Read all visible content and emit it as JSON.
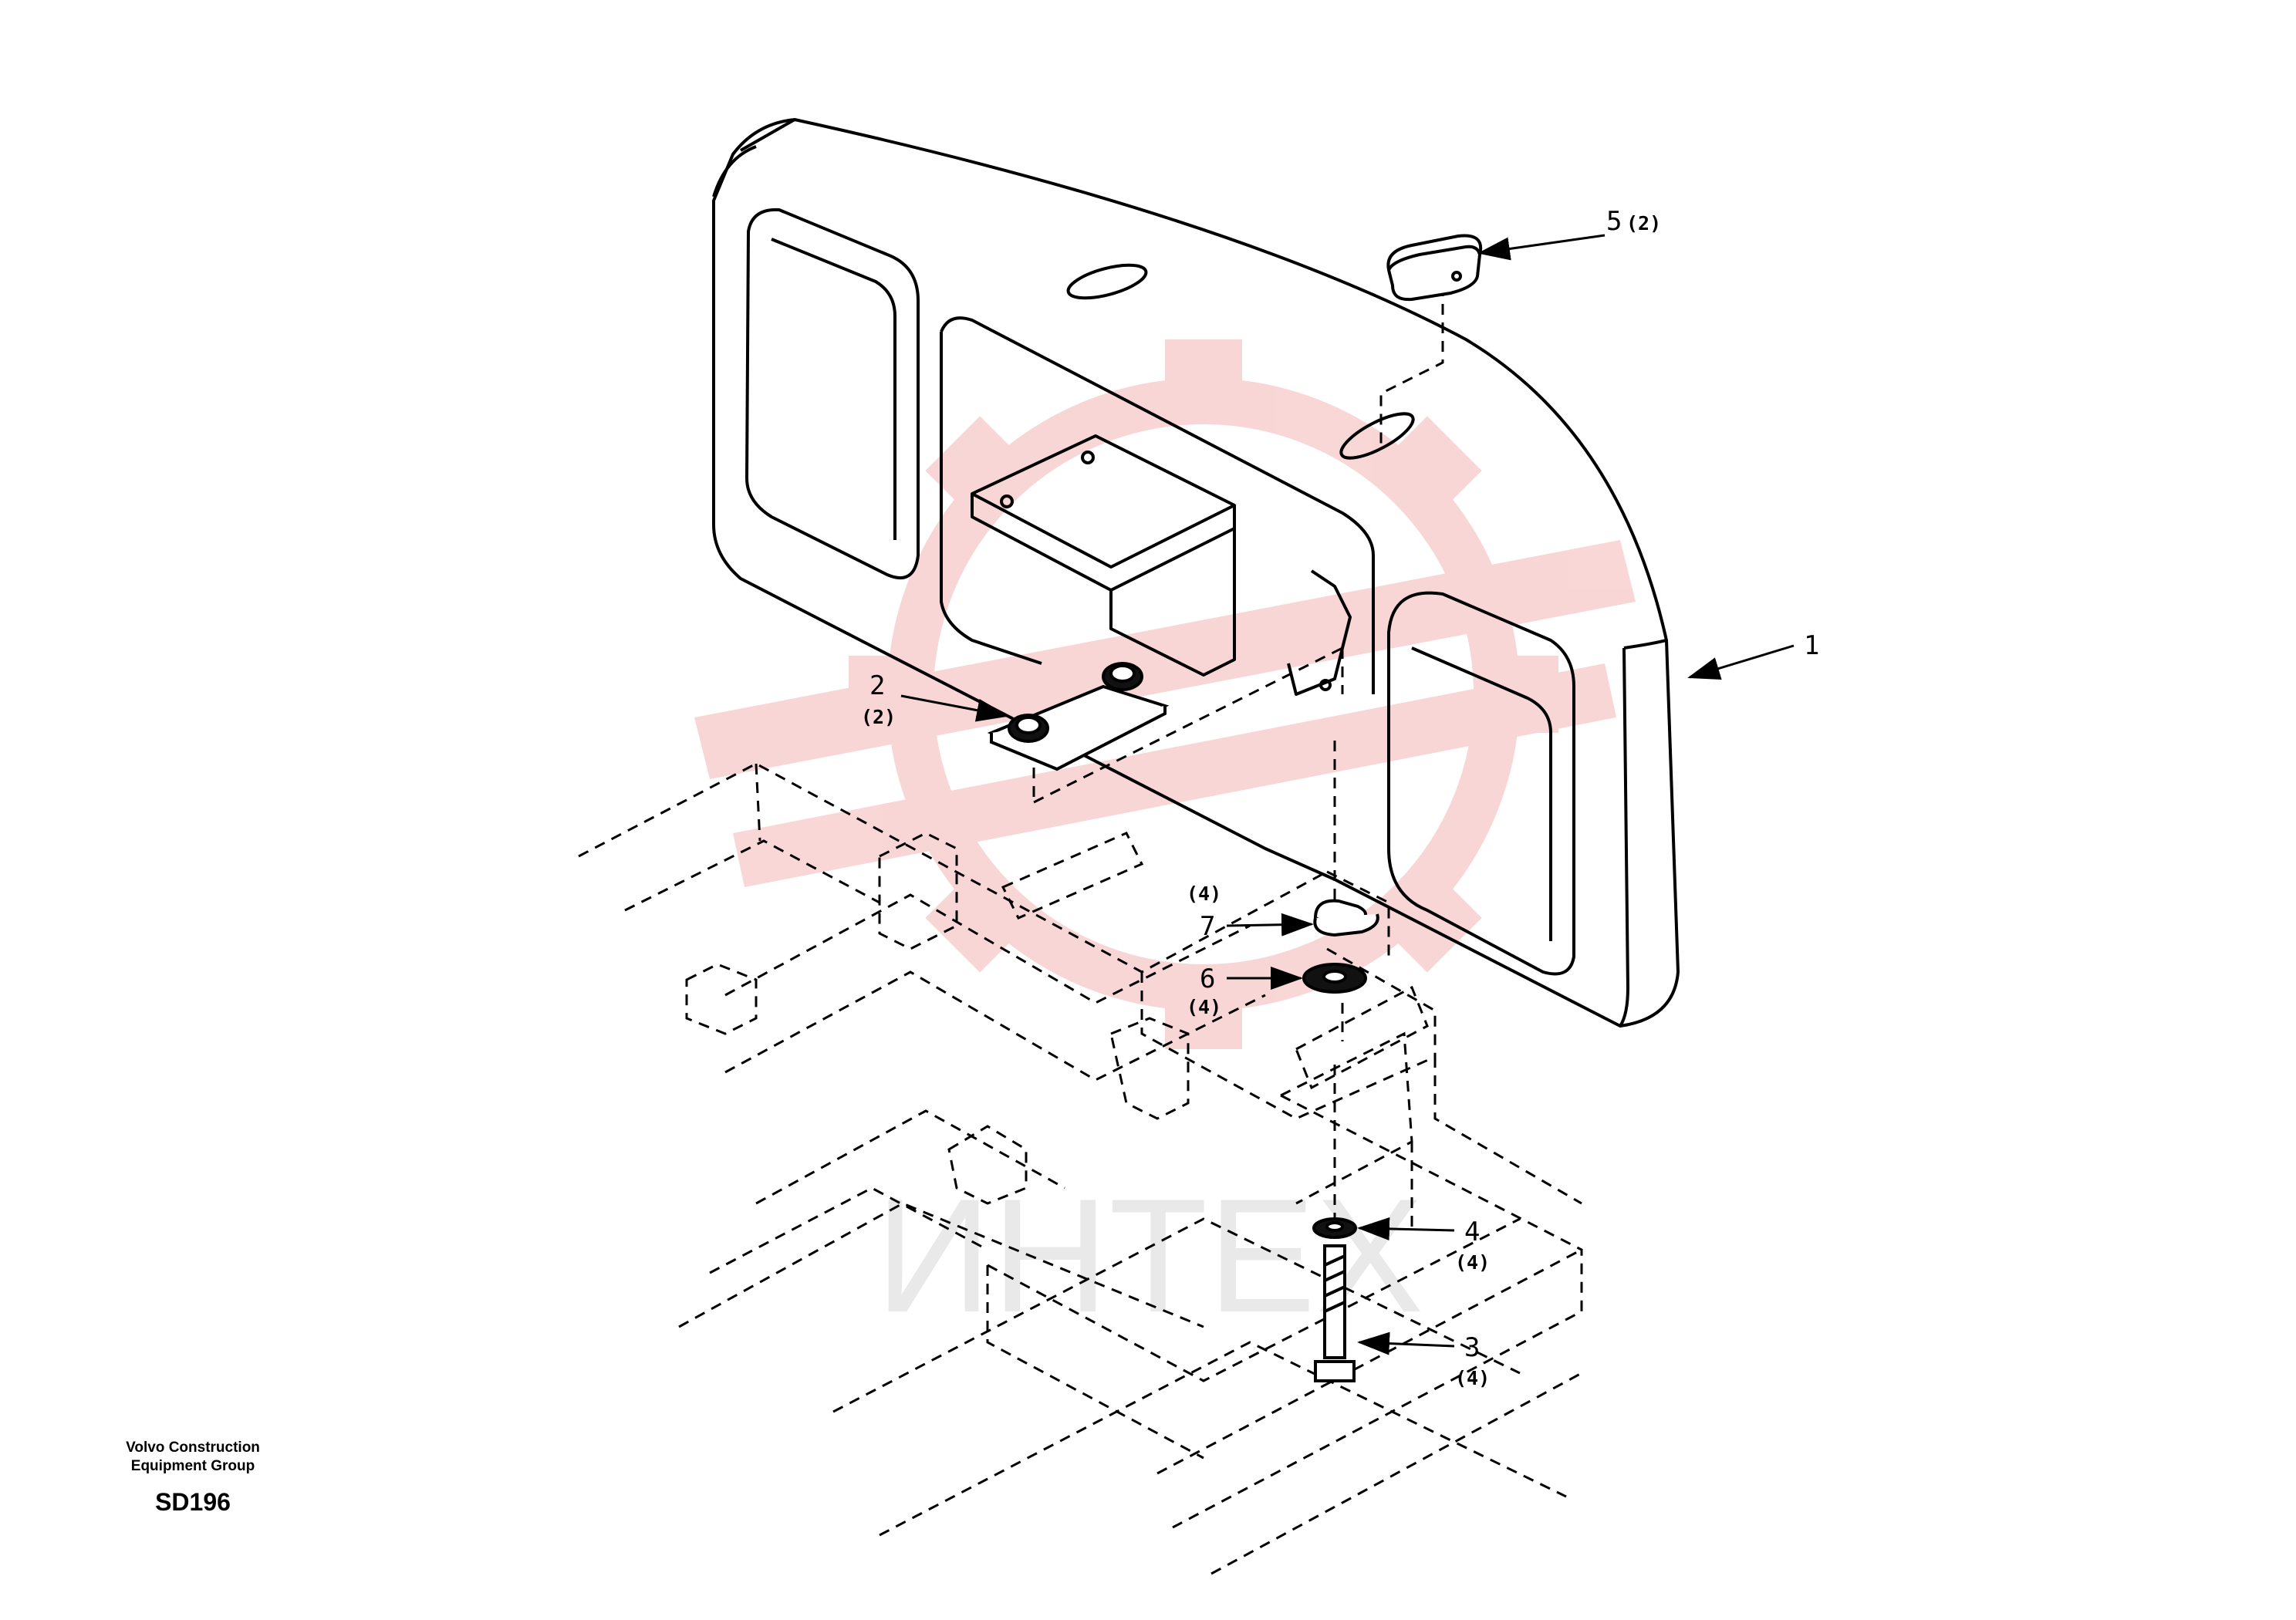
{
  "footer": {
    "org_line1": "Volvo Construction",
    "org_line2": "Equipment Group",
    "drawing_code": "SD196"
  },
  "watermark": {
    "text": "ИНТЕХ",
    "color": "#f9d3d3"
  },
  "callouts": [
    {
      "part": "1",
      "qty": ""
    },
    {
      "part": "2",
      "qty": "(2)"
    },
    {
      "part": "3",
      "qty": "(4)"
    },
    {
      "part": "4",
      "qty": "(4)"
    },
    {
      "part": "5",
      "qty": "(2)"
    },
    {
      "part": "6",
      "qty": "(4)"
    },
    {
      "part": "7",
      "qty": "(4)"
    }
  ]
}
